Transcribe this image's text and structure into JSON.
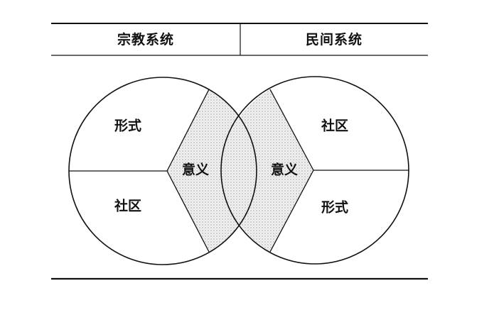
{
  "header": {
    "left_title": "宗教系统",
    "right_title": "民间系统"
  },
  "diagram": {
    "left_circle": {
      "top_label": "形式",
      "bottom_label": "社区",
      "center_label": "意义"
    },
    "right_circle": {
      "top_label": "社区",
      "bottom_label": "形式",
      "center_label": "意义"
    }
  }
}
